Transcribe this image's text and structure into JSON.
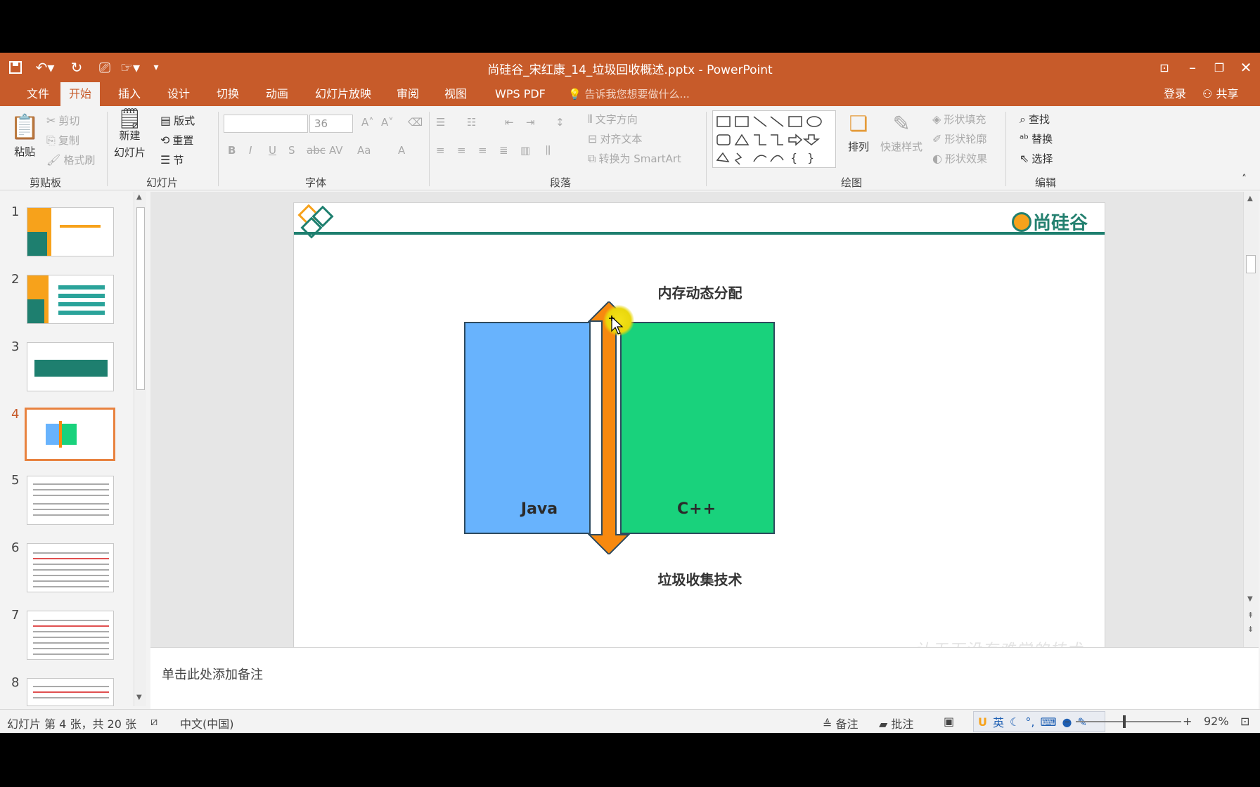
{
  "window": {
    "title": "尚硅谷_宋红康_14_垃圾回收概述.pptx - PowerPoint"
  },
  "tabs": [
    {
      "label": "文件"
    },
    {
      "label": "开始"
    },
    {
      "label": "插入"
    },
    {
      "label": "设计"
    },
    {
      "label": "切换"
    },
    {
      "label": "动画"
    },
    {
      "label": "幻灯片放映"
    },
    {
      "label": "审阅"
    },
    {
      "label": "视图"
    },
    {
      "label": "WPS PDF"
    }
  ],
  "tell_me": "告诉我您想要做什么...",
  "account": {
    "login": "登录",
    "share": "共享"
  },
  "ribbon": {
    "clipboard": {
      "paste": "粘贴",
      "cut": "剪切",
      "copy": "复制",
      "format_painter": "格式刷",
      "group": "剪贴板"
    },
    "slides": {
      "new_slide_1": "新建",
      "new_slide_2": "幻灯片",
      "layout": "版式",
      "reset": "重置",
      "section": "节",
      "group": "幻灯片"
    },
    "font": {
      "size": "36",
      "group": "字体"
    },
    "paragraph": {
      "text_direction": "文字方向",
      "align_text": "对齐文本",
      "smartart": "转换为 SmartArt",
      "group": "段落"
    },
    "drawing": {
      "arrange": "排列",
      "quick_styles": "快速样式",
      "shape_fill": "形状填充",
      "shape_outline": "形状轮廓",
      "shape_effects": "形状效果",
      "group": "绘图"
    },
    "editing": {
      "find": "查找",
      "replace": "替换",
      "select": "选择",
      "group": "编辑"
    }
  },
  "thumbnails": [
    {
      "num": "1",
      "selected": false
    },
    {
      "num": "2",
      "selected": false
    },
    {
      "num": "3",
      "selected": false
    },
    {
      "num": "4",
      "selected": true
    },
    {
      "num": "5",
      "selected": false
    },
    {
      "num": "6",
      "selected": false
    },
    {
      "num": "7",
      "selected": false
    },
    {
      "num": "8",
      "selected": false
    }
  ],
  "slide": {
    "brand": "尚硅谷",
    "top_label": "内存动态分配",
    "bottom_label": "垃圾收集技术",
    "left_box_label": "Java",
    "right_box_label": "C++",
    "watermark": "让天下没有难学的技术",
    "colors": {
      "java": "#68b3fd",
      "cpp": "#19d27c",
      "arrow": "#f7890f",
      "accent": "#1e7f6f"
    }
  },
  "notes": {
    "placeholder": "单击此处添加备注"
  },
  "status": {
    "slide_info": "幻灯片 第 4 张，共 20 张",
    "language": "中文(中国)",
    "notes_btn": "备注",
    "comments_btn": "批注",
    "ime": "英",
    "zoom": "92%",
    "zoom_level": 0.92
  }
}
